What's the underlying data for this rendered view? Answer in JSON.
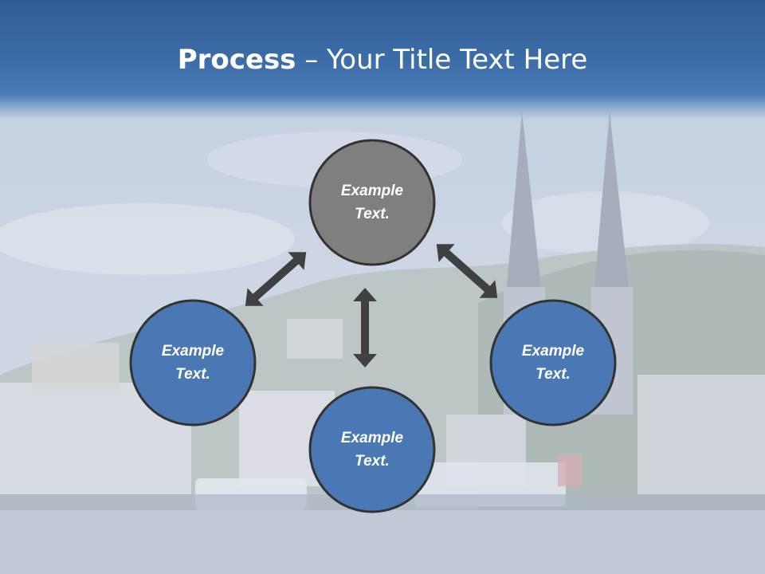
{
  "slide": {
    "title_bold": "Process",
    "title_rest": " – Your Title Text Here"
  },
  "nodes": [
    {
      "id": "top",
      "label_line1": "Example",
      "label_line2": "Text.",
      "fill": "#7f7f7f"
    },
    {
      "id": "left",
      "label_line1": "Example",
      "label_line2": "Text.",
      "fill": "#4a78b4"
    },
    {
      "id": "bottom",
      "label_line1": "Example",
      "label_line2": "Text.",
      "fill": "#4a78b4"
    },
    {
      "id": "right",
      "label_line1": "Example",
      "label_line2": "Text.",
      "fill": "#4a78b4"
    }
  ],
  "colors": {
    "header": "#3d6eaa",
    "node_outline": "#333333",
    "arrow": "#404040"
  }
}
